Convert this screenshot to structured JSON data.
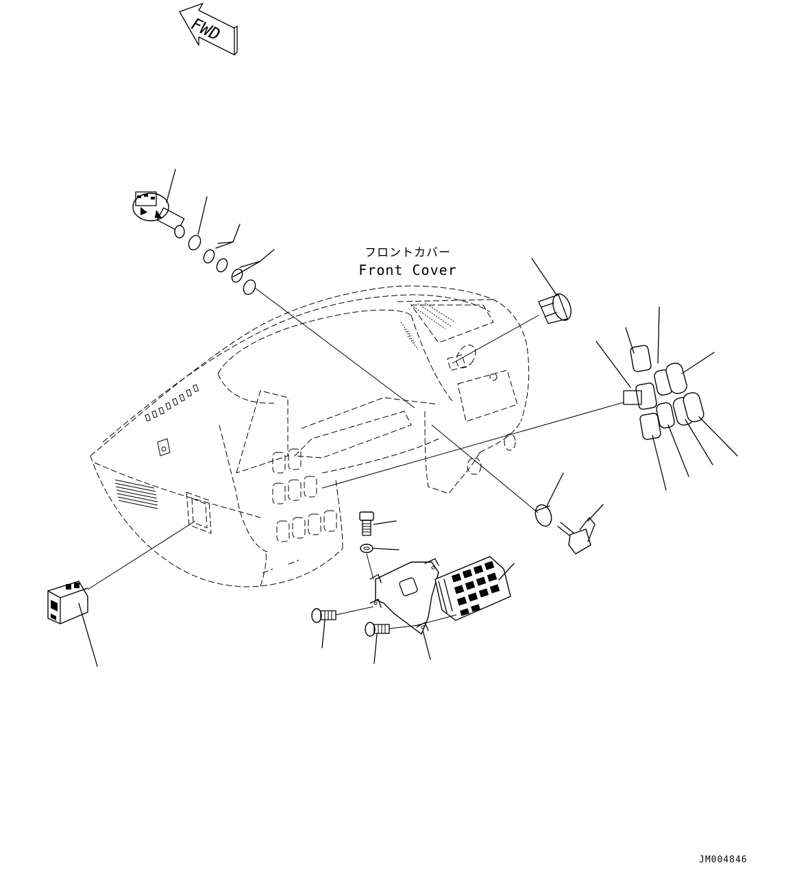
{
  "drawing": {
    "fwd_label": "FWD",
    "front_cover_jp": "フロントカバー",
    "front_cover_en": "Front Cover",
    "drawing_number": "JM004846"
  }
}
